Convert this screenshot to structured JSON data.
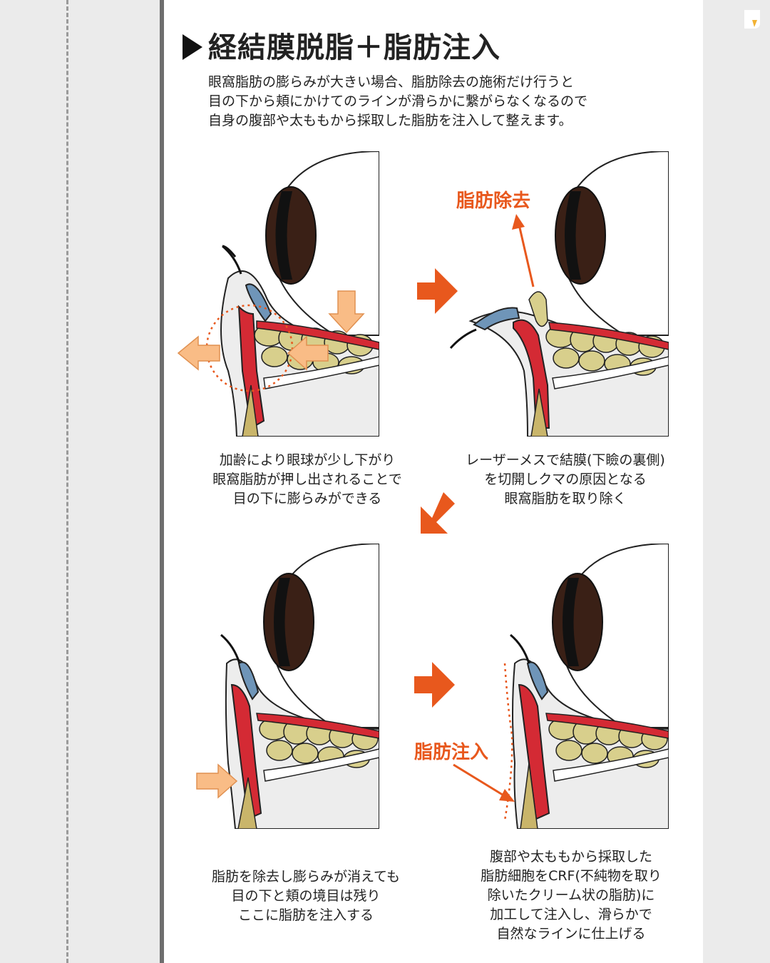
{
  "title": "経結膜脱脂＋脂肪注入",
  "intro": [
    "眼窩脂肪の膨らみが大きい場合、脂肪除去の施術だけ行うと",
    "目の下から頬にかけてのラインが滑らかに繋がらなくなるので",
    "自身の腹部や太ももから採取した脂肪を注入して整えます。"
  ],
  "steps": [
    {
      "caption": [
        "加齢により眼球が少し下がり",
        "眼窩脂肪が押し出されることで",
        "目の下に膨らみができる"
      ]
    },
    {
      "label": "脂肪除去",
      "caption": [
        "レーザーメスで結膜(下瞼の裏側)",
        "を切開しクマの原因となる",
        "眼窩脂肪を取り除く"
      ]
    },
    {
      "caption": [
        "脂肪を除去し膨らみが消えても",
        "目の下と頬の境目は残り",
        "ここに脂肪を注入する"
      ]
    },
    {
      "label": "脂肪注入",
      "caption": [
        "腹部や太ももから採取した",
        "脂肪細胞をCRF(不純物を取り",
        "除いたクリーム状の脂肪)に",
        "加工して注入し、滑らかで",
        "自然なラインに仕上げる"
      ]
    }
  ],
  "colors": {
    "accent": "#e8581d",
    "arrow_light": "#f9bc86",
    "muscle": "#d42a34",
    "fat": "#d8cf8c",
    "lid": "#6f95b8",
    "bone": "#c9b56a",
    "iris": "#3a2016"
  }
}
